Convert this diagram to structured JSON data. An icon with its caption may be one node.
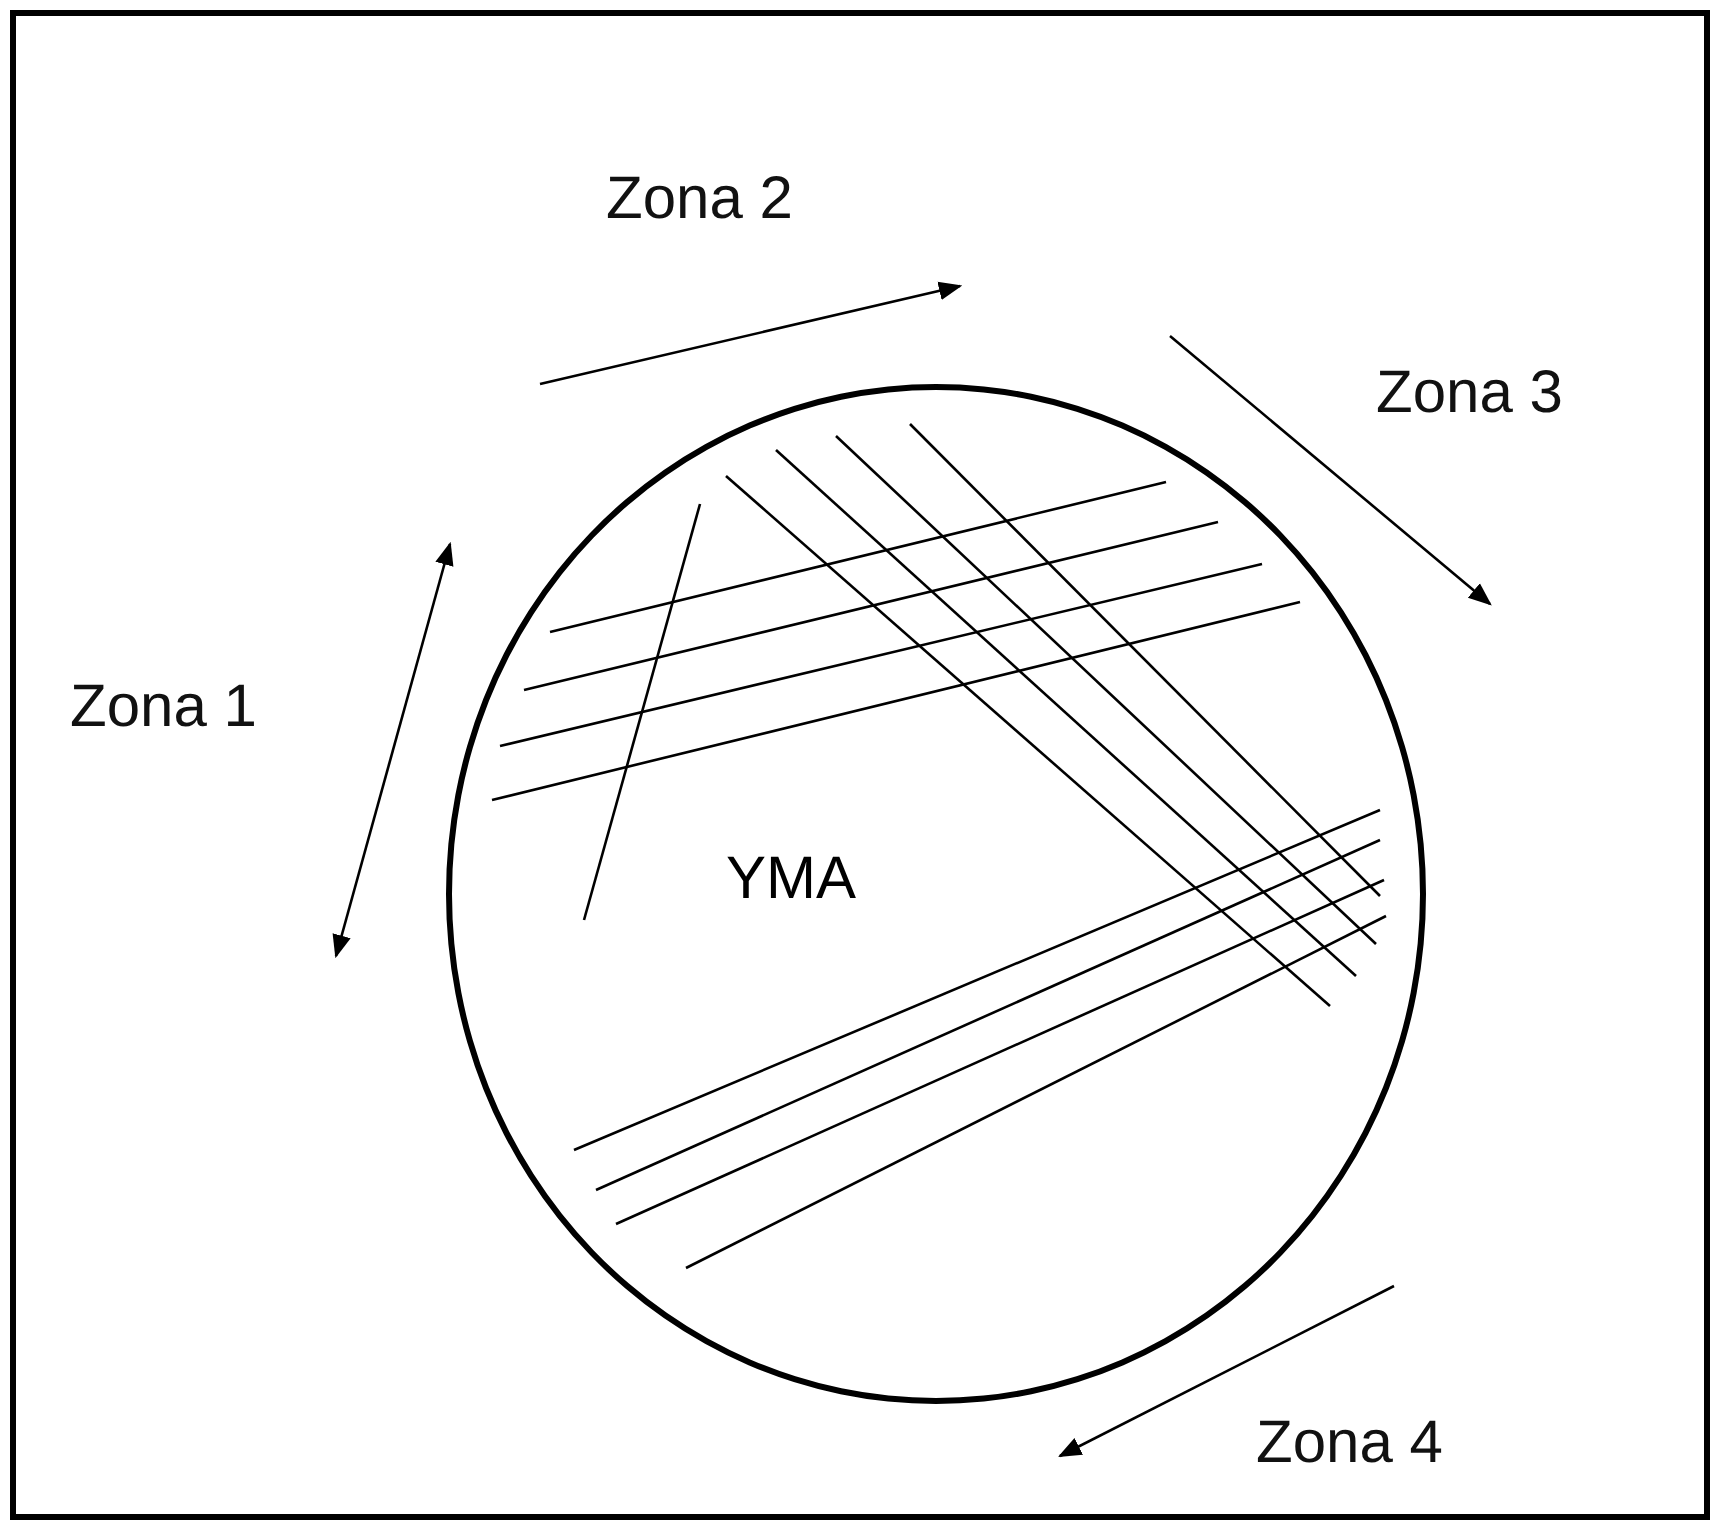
{
  "diagram": {
    "nodes": [
      {
        "text": [
          "YMA"
        ]
      }
    ],
    "labels": [
      "Zona 2",
      "Zona 3",
      "Zona 1",
      "Zona 4"
    ]
  }
}
